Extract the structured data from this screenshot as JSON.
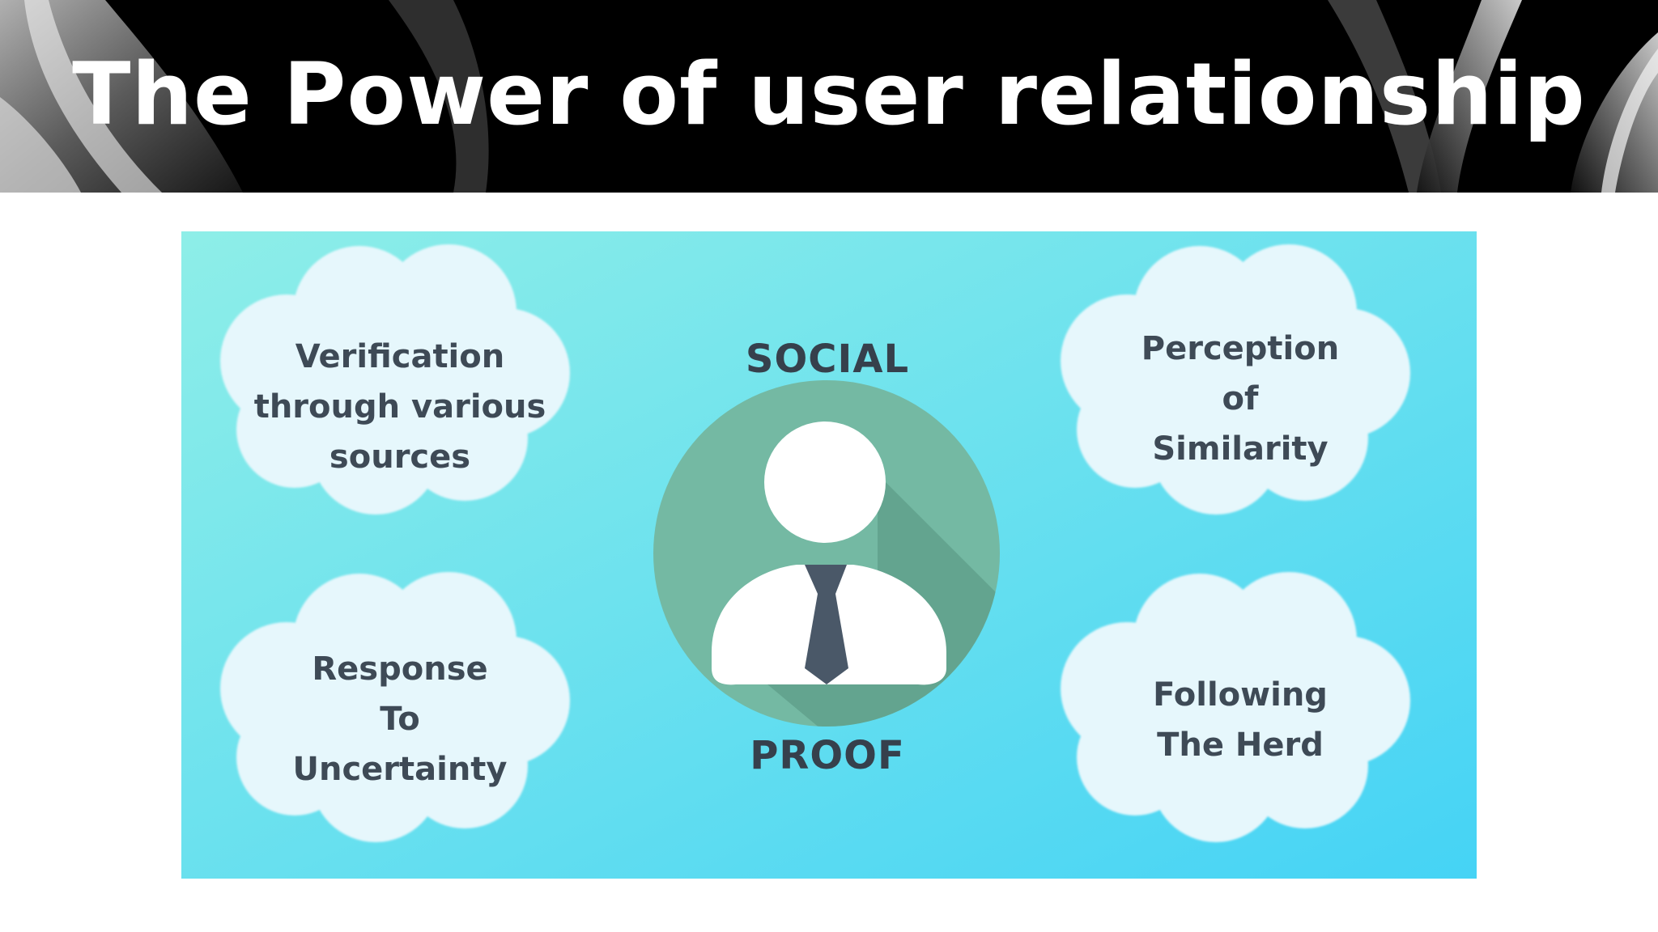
{
  "slide": {
    "title": "The Power of user relationship"
  },
  "diagram": {
    "center": {
      "top_label": "SOCIAL",
      "bottom_label": "PROOF",
      "icon": "person-with-tie-icon"
    },
    "clouds": {
      "top_left": [
        "Verification",
        "through various",
        "sources"
      ],
      "top_right": [
        "Perception",
        "of",
        "Similarity"
      ],
      "bottom_left": [
        "Response",
        "To",
        "Uncertainty"
      ],
      "bottom_right": [
        "Following",
        "The Herd"
      ]
    },
    "colors": {
      "header_bg": "#000000",
      "panel_gradient_start": "#8eeee8",
      "panel_gradient_end": "#45d3f5",
      "cloud_fill": "#e6f7fc",
      "circle": "#74b9a3",
      "tie": "#4a5868",
      "text": "#3e4a56"
    }
  }
}
